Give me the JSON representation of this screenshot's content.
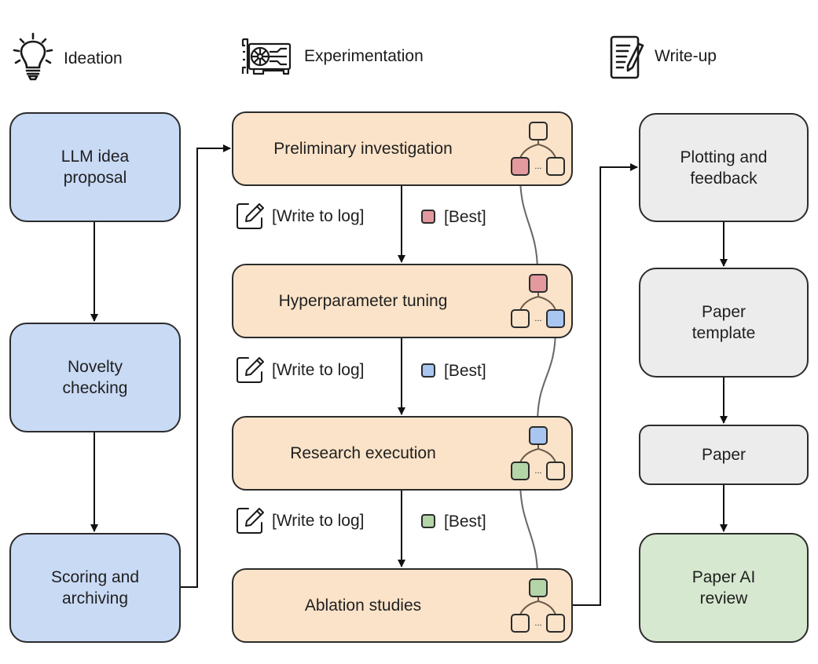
{
  "phases": {
    "ideation": {
      "title": "Ideation",
      "icon": "lightbulb-icon"
    },
    "experimentation": {
      "title": "Experimentation",
      "icon": "gpu-card-icon"
    },
    "writeup": {
      "title": "Write-up",
      "icon": "document-pencil-icon"
    }
  },
  "ideation_steps": [
    {
      "label": "LLM idea proposal"
    },
    {
      "label": "Novelty checking"
    },
    {
      "label": "Scoring and archiving"
    }
  ],
  "experiment_stages": [
    {
      "label": "Preliminary investigation",
      "tree": {
        "root": "none",
        "left": "red",
        "right": "none"
      }
    },
    {
      "label": "Hyperparameter tuning",
      "tree": {
        "root": "red",
        "left": "none",
        "right": "blue"
      }
    },
    {
      "label": "Research execution",
      "tree": {
        "root": "blue",
        "left": "green",
        "right": "none"
      }
    },
    {
      "label": "Ablation studies",
      "tree": {
        "root": "green",
        "left": "none",
        "right": "none"
      }
    }
  ],
  "transitions": [
    {
      "log_label": "[Write to log]",
      "best_label": "[Best]",
      "best_color": "red"
    },
    {
      "log_label": "[Write to log]",
      "best_label": "[Best]",
      "best_color": "blue"
    },
    {
      "log_label": "[Write to log]",
      "best_label": "[Best]",
      "best_color": "green"
    }
  ],
  "writeup_steps": [
    {
      "label": "Plotting and feedback",
      "style": "gray"
    },
    {
      "label": "Paper template",
      "style": "gray"
    },
    {
      "label": "Paper",
      "style": "gray"
    },
    {
      "label": "Paper AI review",
      "style": "green"
    }
  ],
  "tree_ellipsis": "...",
  "colors": {
    "ideation_fill": "#c9daf5",
    "experiment_fill": "#fbe3c9",
    "writeup_fill": "#ececec",
    "review_fill": "#d6e8cf",
    "red": "#e3999d",
    "blue": "#a8c6f0",
    "green": "#b4d5a7",
    "none": "#fbe3c9"
  }
}
